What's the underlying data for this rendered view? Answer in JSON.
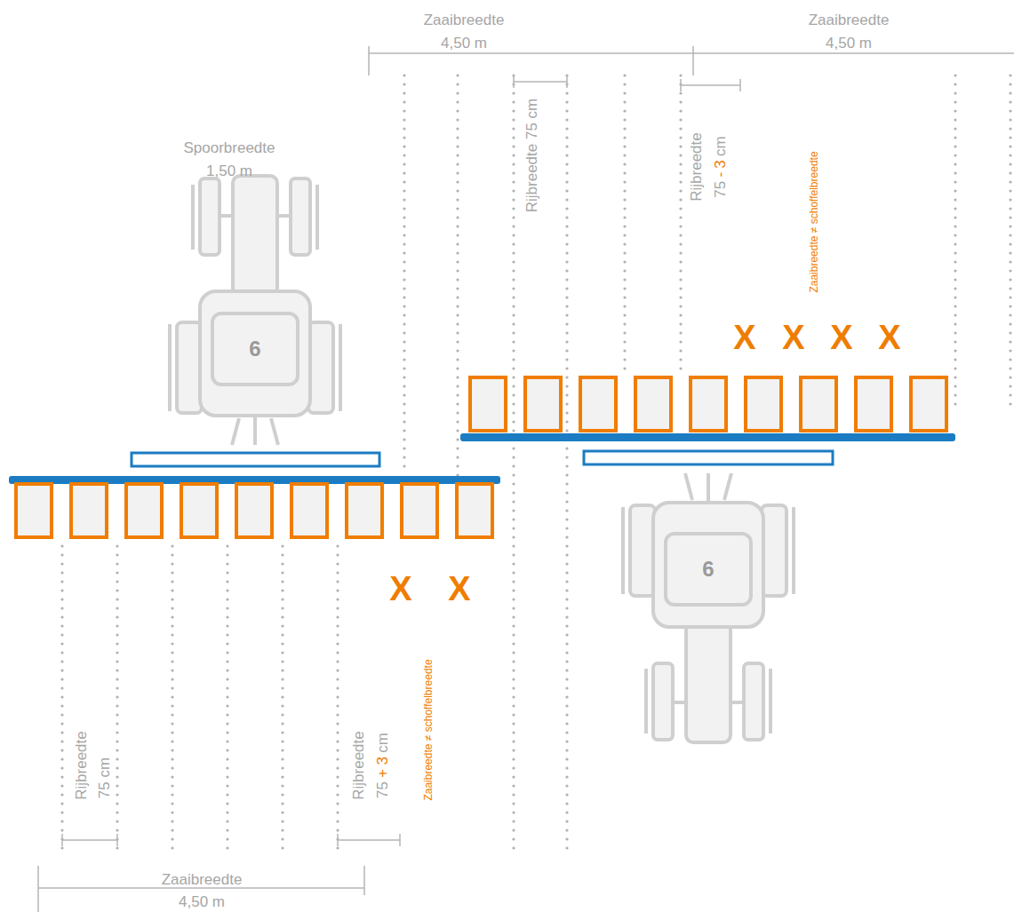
{
  "diagram": {
    "labels": [
      "Zaaibreedte",
      "4,50 m",
      "Zaaibreedte",
      "4,50 m",
      "Spoorbreedte",
      "1,50 m",
      "Rijbreedte 75 cm",
      "Rijbreedte",
      "75 - 3 cm",
      "Zaaibreedte ≠ schoffelbreedte",
      "6",
      "6",
      "X",
      "X",
      "X",
      "X",
      "X",
      "X",
      "Zaaibreedte ≠ schoffelbreedte",
      "Rijbreedte",
      "75 cm",
      "Rijbreedte",
      "75 + 3 cm",
      "Zaaibreedte",
      "4,50 m"
    ]
  }
}
